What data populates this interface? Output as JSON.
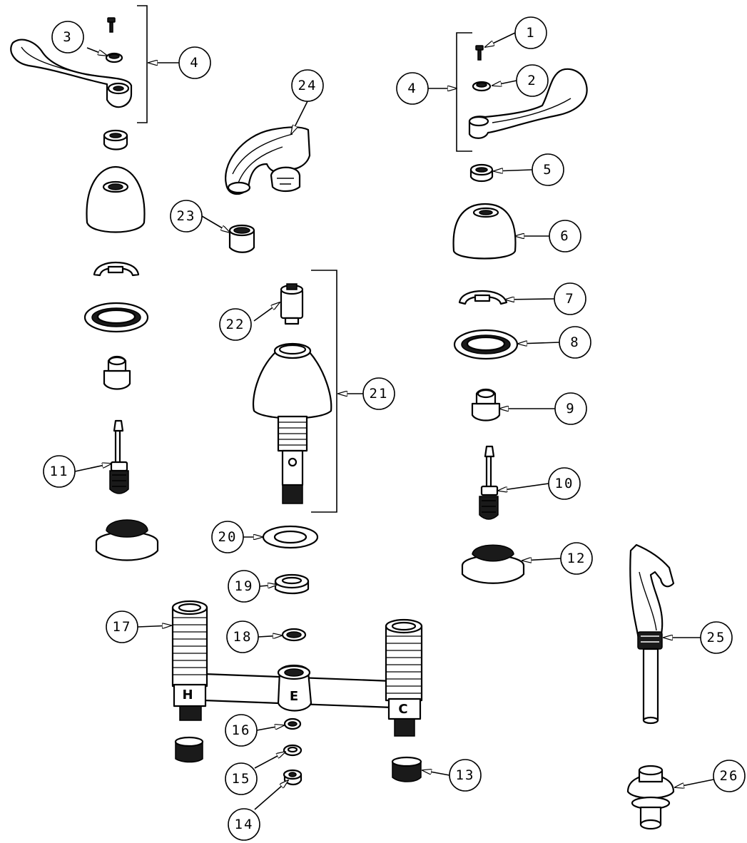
{
  "callouts": [
    {
      "id": "c1",
      "label": "1"
    },
    {
      "id": "c2",
      "label": "2"
    },
    {
      "id": "c3",
      "label": "3"
    },
    {
      "id": "c4a",
      "label": "4"
    },
    {
      "id": "c4b",
      "label": "4"
    },
    {
      "id": "c5",
      "label": "5"
    },
    {
      "id": "c6",
      "label": "6"
    },
    {
      "id": "c7",
      "label": "7"
    },
    {
      "id": "c8",
      "label": "8"
    },
    {
      "id": "c9",
      "label": "9"
    },
    {
      "id": "c10",
      "label": "10"
    },
    {
      "id": "c11",
      "label": "11"
    },
    {
      "id": "c12",
      "label": "12"
    },
    {
      "id": "c13",
      "label": "13"
    },
    {
      "id": "c14",
      "label": "14"
    },
    {
      "id": "c15",
      "label": "15"
    },
    {
      "id": "c16",
      "label": "16"
    },
    {
      "id": "c17",
      "label": "17"
    },
    {
      "id": "c18",
      "label": "18"
    },
    {
      "id": "c19",
      "label": "19"
    },
    {
      "id": "c20",
      "label": "20"
    },
    {
      "id": "c21",
      "label": "21"
    },
    {
      "id": "c22",
      "label": "22"
    },
    {
      "id": "c23",
      "label": "23"
    },
    {
      "id": "c24",
      "label": "24"
    },
    {
      "id": "c25",
      "label": "25"
    },
    {
      "id": "c26",
      "label": "26"
    }
  ],
  "body_marks": {
    "hot": "H",
    "center": "E",
    "cold": "C"
  }
}
